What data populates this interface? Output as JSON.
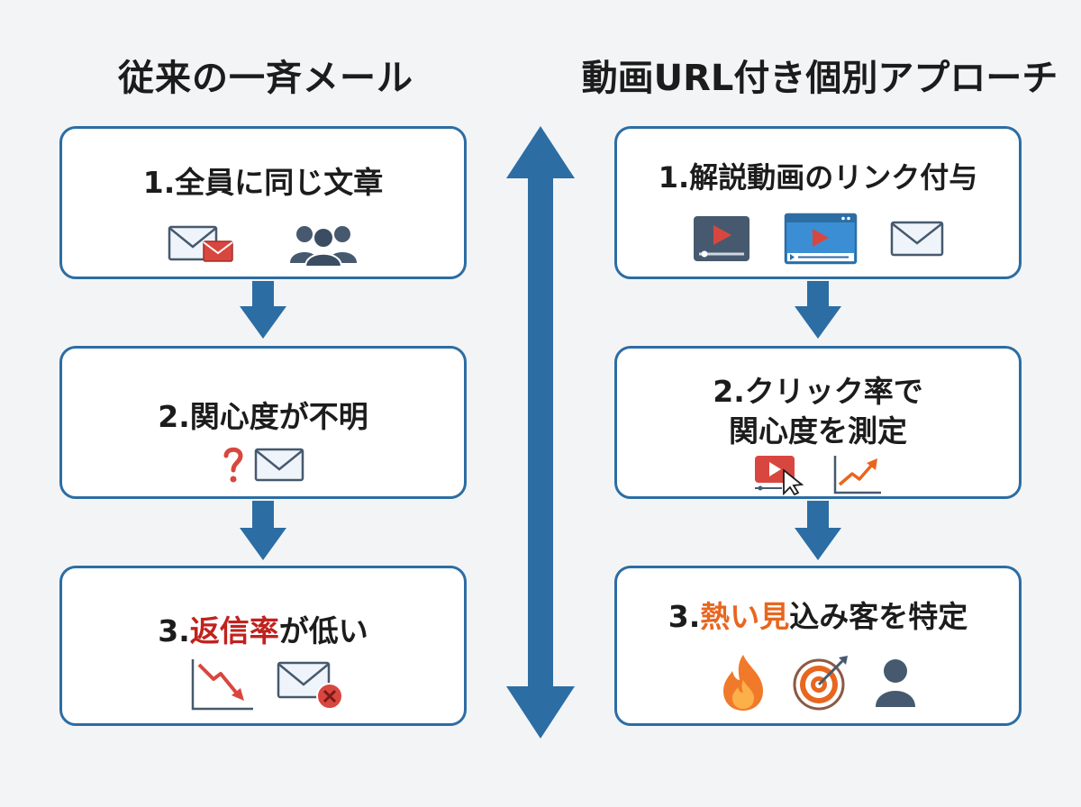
{
  "left": {
    "title": "従来の一斉メール",
    "steps": [
      {
        "label": "1.全員に同じ文章"
      },
      {
        "label": "2.関心度が不明"
      },
      {
        "prefix": "3.",
        "highlight": "返信率",
        "suffix": "が低い"
      }
    ],
    "icons": {
      "step1": [
        "mail-with-badge-icon",
        "group-of-people-icon"
      ],
      "step2": [
        "question-mark-icon",
        "mail-icon"
      ],
      "step3": [
        "declining-chart-icon",
        "mail-error-icon"
      ]
    }
  },
  "right": {
    "title": "動画URL付き個別アプローチ",
    "steps": [
      {
        "label": "1.解説動画のリンク付与"
      },
      {
        "line1": "2.クリック率で",
        "line2": "関心度を測定"
      },
      {
        "prefix": "3.",
        "highlight": "熱い見",
        "suffix": "込み客を特定"
      }
    ],
    "icons": {
      "step1": [
        "video-player-icon",
        "browser-video-icon",
        "mail-icon"
      ],
      "step2": [
        "video-click-icon",
        "rising-chart-icon"
      ],
      "step3": [
        "fire-icon",
        "target-icon",
        "person-icon"
      ]
    }
  },
  "colors": {
    "accent": "#2c6da4",
    "highlight_red": "#c0221e",
    "highlight_orange": "#e8661e",
    "background": "#f3f4f6",
    "icon_slate": "#46596e",
    "icon_red": "#d8473f"
  }
}
